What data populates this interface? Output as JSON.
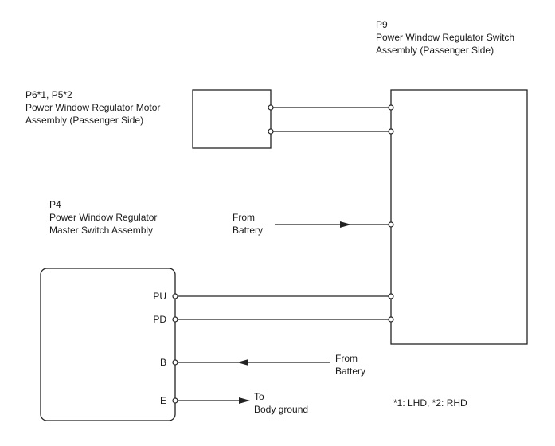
{
  "components": {
    "switch": {
      "code": "P9",
      "name_line1": "Power Window Regulator Switch",
      "name_line2": "Assembly (Passenger Side)"
    },
    "motor": {
      "code": "P6*1, P5*2",
      "name_line1": "Power Window Regulator Motor",
      "name_line2": "Assembly (Passenger Side)"
    },
    "master": {
      "code": "P4",
      "name_line1": "Power Window Regulator",
      "name_line2": "Master Switch Assembly",
      "pins": {
        "pu": "PU",
        "pd": "PD",
        "b": "B",
        "e": "E"
      }
    }
  },
  "annotations": {
    "battery_upper_line1": "From",
    "battery_upper_line2": "Battery",
    "battery_lower_line1": "From",
    "battery_lower_line2": "Battery",
    "ground_line1": "To",
    "ground_line2": "Body ground",
    "footnote": "*1: LHD, *2: RHD"
  }
}
